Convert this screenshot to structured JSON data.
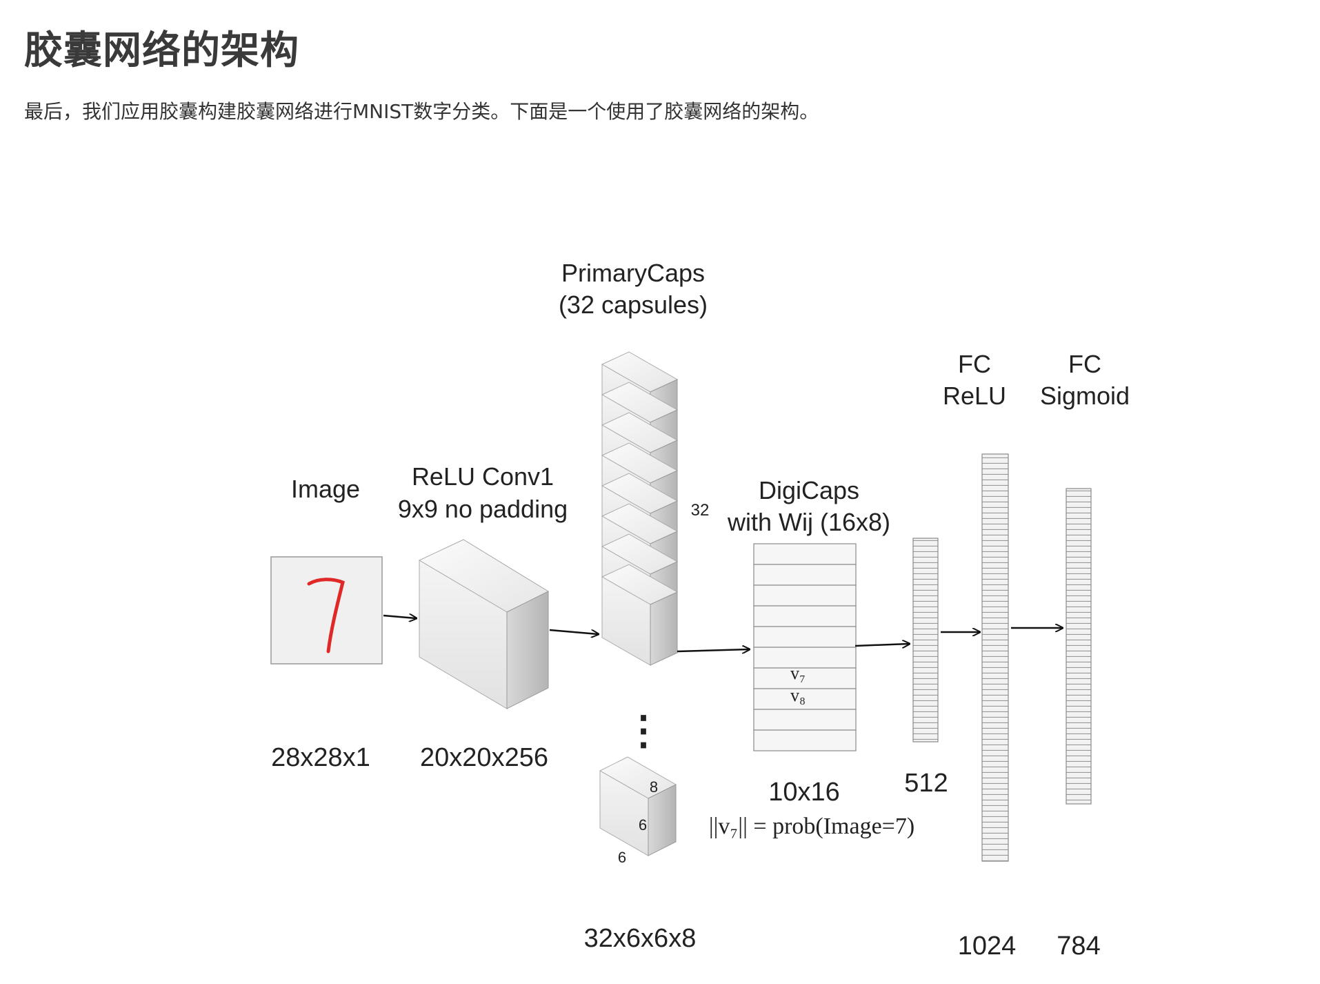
{
  "page": {
    "title": "胶囊网络的架构",
    "intro": "最后，我们应用胶囊构建胶囊网络进行MNIST数字分类。下面是一个使用了胶囊网络的架构。"
  },
  "diagram": {
    "image_label": "Image",
    "image_digit": "7",
    "image_dim": "28x28x1",
    "conv_label_1": "ReLU Conv1",
    "conv_label_2": "9x9 no padding",
    "conv_dim": "20x20x256",
    "primary_label_1": "PrimaryCaps",
    "primary_label_2": "(32 capsules)",
    "primary_count": "32",
    "primary_dim": "32x6x6x8",
    "ellipsis": "⋮",
    "capsule_depth": "8",
    "capsule_height": "6",
    "capsule_width": "6",
    "digicaps_label_1": "DigiCaps",
    "digicaps_label_2": "with Wij (16x8)",
    "digicaps_dim": "10x16",
    "v7": "v₇",
    "v8": "v₈",
    "prob_formula": "||v₇|| = prob(Image=7)",
    "fc512_dim": "512",
    "fc_relu_label_1": "FC",
    "fc_relu_label_2": "ReLU",
    "fc_relu_dim": "1024",
    "fc_sig_label_1": "FC",
    "fc_sig_label_2": "Sigmoid",
    "fc_sig_dim": "784"
  }
}
